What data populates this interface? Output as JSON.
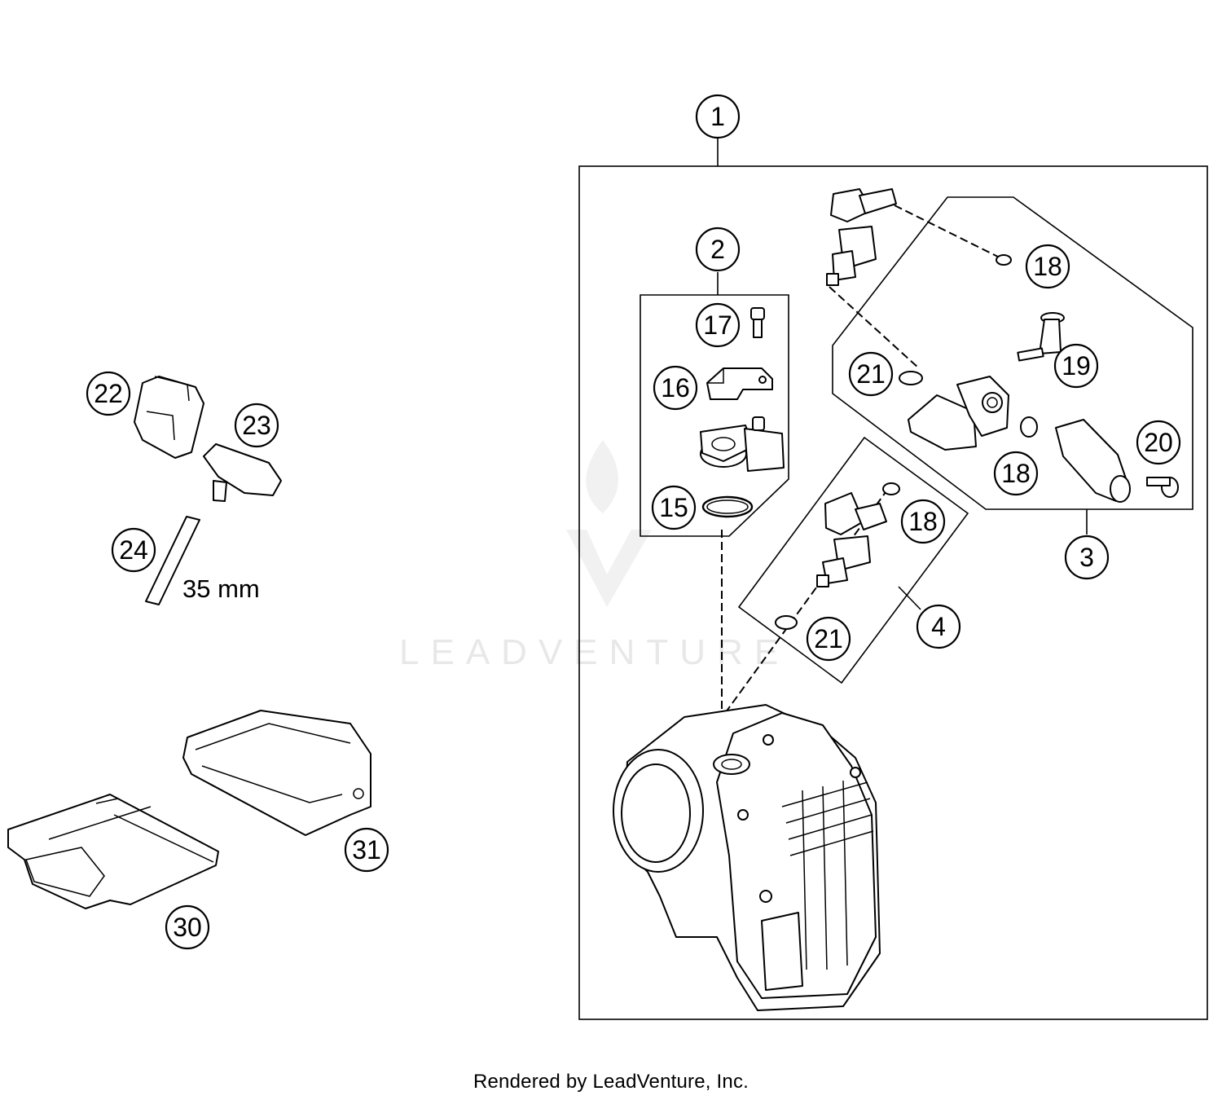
{
  "footer": "Rendered by LeadVenture, Inc.",
  "watermark": "LEADVENTURE",
  "dimension_label": "35 mm",
  "callouts": [
    "1",
    "2",
    "3",
    "4",
    "15",
    "16",
    "17",
    "18",
    "18",
    "18",
    "19",
    "20",
    "21",
    "21",
    "22",
    "23",
    "24",
    "30",
    "31"
  ]
}
